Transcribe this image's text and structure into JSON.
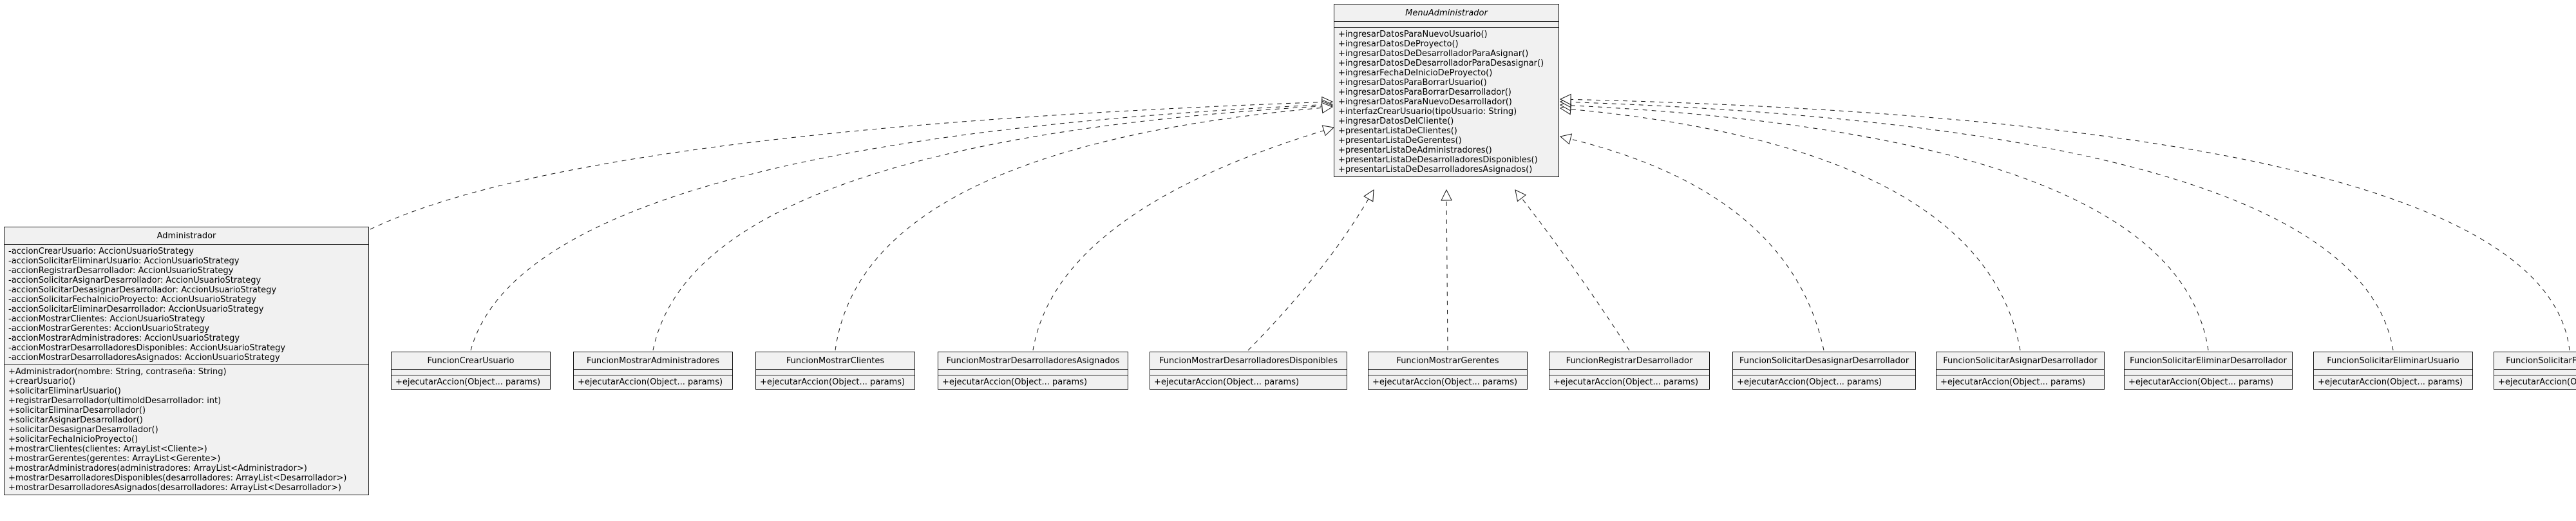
{
  "interface": {
    "name": "MenuAdministrador",
    "methods": [
      "+ingresarDatosParaNuevoUsuario()",
      "+ingresarDatosDeProyecto()",
      "+ingresarDatosDeDesarrolladorParaAsignar()",
      "+ingresarDatosDeDesarrolladorParaDesasignar()",
      "+ingresarFechaDeInicioDeProyecto()",
      "+ingresarDatosParaBorrarUsuario()",
      "+ingresarDatosParaBorrarDesarrollador()",
      "+ingresarDatosParaNuevoDesarrollador()",
      "+interfazCrearUsuario(tipoUsuario: String)",
      "+ingresarDatosDelCliente()",
      "+presentarListaDeClientes()",
      "+presentarListaDeGerentes()",
      "+presentarListaDeAdministradores()",
      "+presentarListaDeDesarrolladoresDisponibles()",
      "+presentarListaDeDesarrolladoresAsignados()"
    ]
  },
  "administrador": {
    "name": "Administrador",
    "attributes": [
      "-accionCrearUsuario: AccionUsuarioStrategy",
      "-accionSolicitarEliminarUsuario: AccionUsuarioStrategy",
      "-accionRegistrarDesarrollador: AccionUsuarioStrategy",
      "-accionSolicitarAsignarDesarrollador: AccionUsuarioStrategy",
      "-accionSolicitarDesasignarDesarrollador: AccionUsuarioStrategy",
      "-accionSolicitarFechaInicioProyecto: AccionUsuarioStrategy",
      "-accionSolicitarEliminarDesarrollador: AccionUsuarioStrategy",
      "-accionMostrarClientes: AccionUsuarioStrategy",
      "-accionMostrarGerentes: AccionUsuarioStrategy",
      "-accionMostrarAdministradores: AccionUsuarioStrategy",
      "-accionMostrarDesarrolladoresDisponibles: AccionUsuarioStrategy",
      "-accionMostrarDesarrolladoresAsignados: AccionUsuarioStrategy"
    ],
    "methods": [
      "+Administrador(nombre: String, contraseña: String)",
      "+crearUsuario()",
      "+solicitarEliminarUsuario()",
      "+registrarDesarrollador(ultimoIdDesarrollador: int)",
      "+solicitarEliminarDesarrollador()",
      "+solicitarAsignarDesarrollador()",
      "+solicitarDesasignarDesarrollador()",
      "+solicitarFechaInicioProyecto()",
      "+mostrarClientes(clientes: ArrayList<Cliente>)",
      "+mostrarGerentes(gerentes: ArrayList<Gerente>)",
      "+mostrarAdministradores(administradores: ArrayList<Administrador>)",
      "+mostrarDesarrolladoresDisponibles(desarrolladores: ArrayList<Desarrollador>)",
      "+mostrarDesarrolladoresAsignados(desarrolladores: ArrayList<Desarrollador>)"
    ]
  },
  "function_classes": [
    {
      "name": "FuncionCrearUsuario",
      "method": "+ejecutarAccion(Object... params)"
    },
    {
      "name": "FuncionMostrarAdministradores",
      "method": "+ejecutarAccion(Object... params)"
    },
    {
      "name": "FuncionMostrarClientes",
      "method": "+ejecutarAccion(Object... params)"
    },
    {
      "name": "FuncionMostrarDesarrolladoresAsignados",
      "method": "+ejecutarAccion(Object... params)"
    },
    {
      "name": "FuncionMostrarDesarrolladoresDisponibles",
      "method": "+ejecutarAccion(Object... params)"
    },
    {
      "name": "FuncionMostrarGerentes",
      "method": "+ejecutarAccion(Object... params)"
    },
    {
      "name": "FuncionRegistrarDesarrollador",
      "method": "+ejecutarAccion(Object... params)"
    },
    {
      "name": "FuncionSolicitarDesasignarDesarrollador",
      "method": "+ejecutarAccion(Object... params)"
    },
    {
      "name": "FuncionSolicitarAsignarDesarrollador",
      "method": "+ejecutarAccion(Object... params)"
    },
    {
      "name": "FuncionSolicitarEliminarDesarrollador",
      "method": "+ejecutarAccion(Object... params)"
    },
    {
      "name": "FuncionSolicitarEliminarUsuario",
      "method": "+ejecutarAccion(Object... params)"
    },
    {
      "name": "FuncionSolicitarFechaInicioProyecto",
      "method": "+ejecutarAccion(Object... params)"
    }
  ],
  "colors": {
    "box_fill": "#f1f1f1",
    "line": "#181818",
    "background": "#ffffff"
  }
}
